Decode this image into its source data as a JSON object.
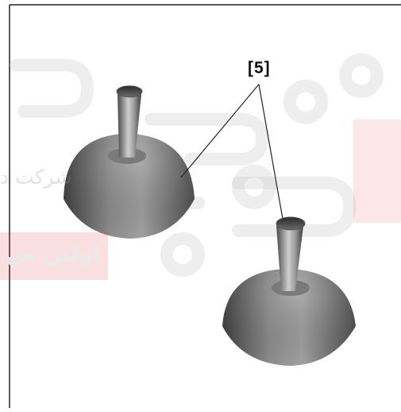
{
  "callout": {
    "label": "[5]"
  },
  "watermark": {
    "line1": "شرکت د",
    "line2": "اولین س",
    "accent": "#e25555",
    "gray": "#c8c8c8"
  },
  "parts": [
    {
      "name": "intake-funnel-left"
    },
    {
      "name": "intake-funnel-right"
    }
  ]
}
